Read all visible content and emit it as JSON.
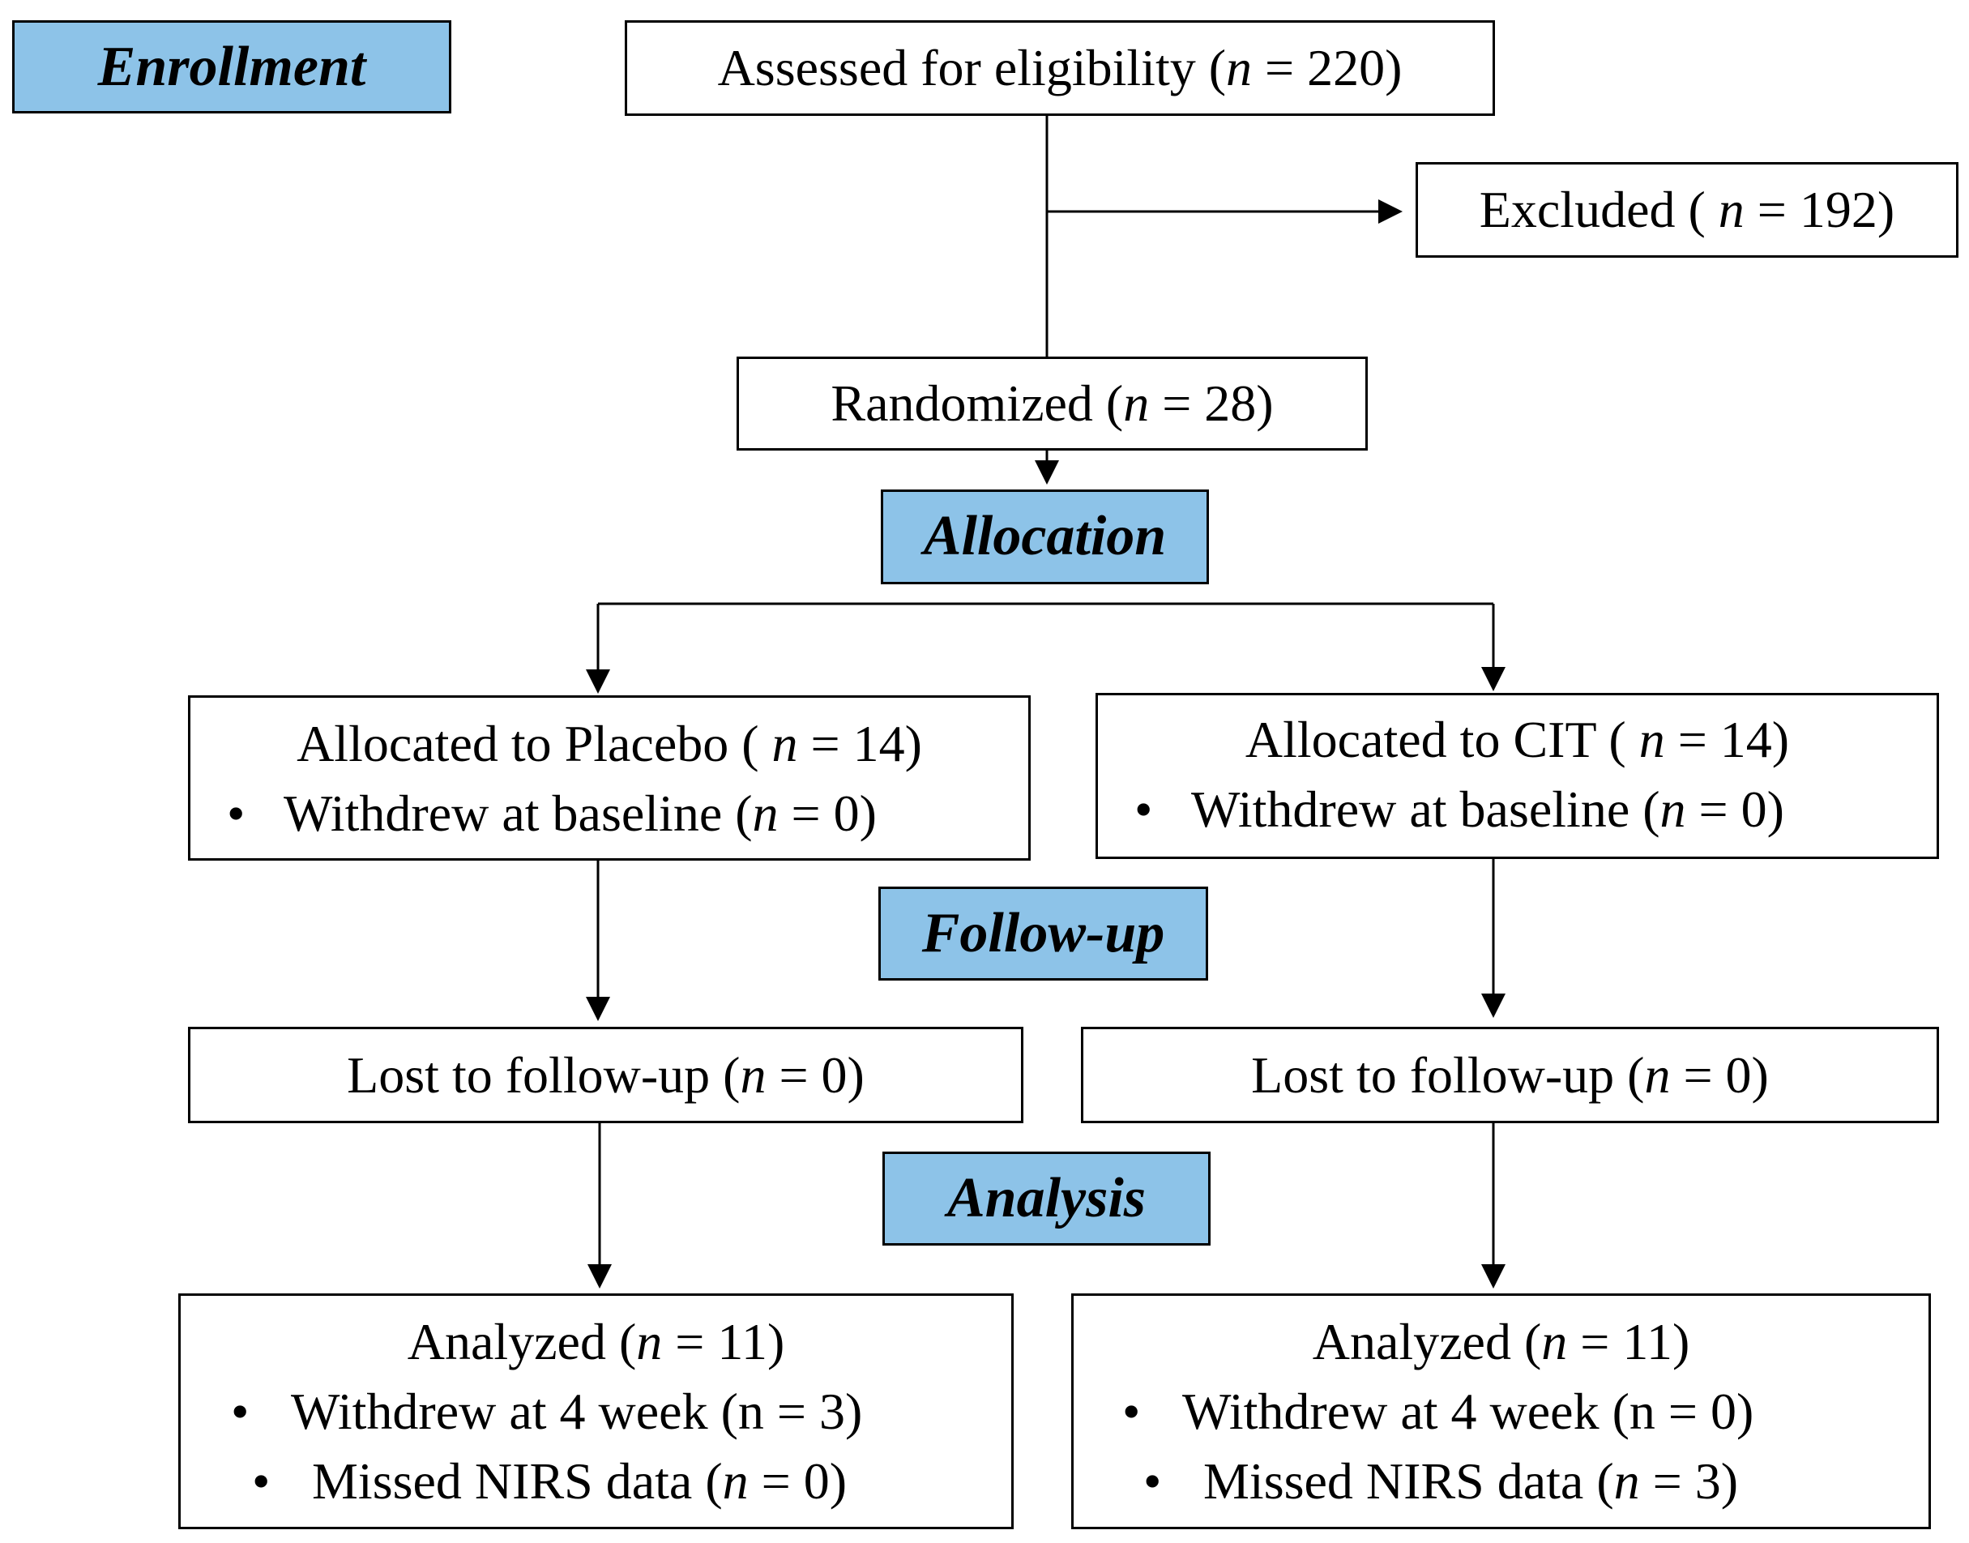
{
  "stages": {
    "enrollment": "Enrollment",
    "allocation": "Allocation",
    "follow_up": "Follow-up",
    "analysis": "Analysis"
  },
  "enrollment": {
    "assessed": {
      "pre": "Assessed for eligibility (",
      "n": "n",
      "post": " = 220)"
    },
    "excluded": {
      "pre": "Excluded ( ",
      "n": "n",
      "post": " = 192)"
    },
    "randomized": {
      "pre": "Randomized (",
      "n": "n",
      "post": " = 28)"
    }
  },
  "allocation": {
    "placebo": {
      "title": {
        "pre": "Allocated to Placebo ( ",
        "n": "n",
        "post": " = 14)"
      },
      "bullet": {
        "pre": "Withdrew at baseline (",
        "n": "n",
        "post": " = 0)"
      }
    },
    "cit": {
      "title": {
        "pre": "Allocated to CIT ( ",
        "n": "n",
        "post": " = 14)"
      },
      "bullet": {
        "pre": "Withdrew at baseline (",
        "n": "n",
        "post": " = 0)"
      }
    }
  },
  "follow_up": {
    "placebo": {
      "pre": "Lost to follow-up (",
      "n": "n",
      "post": " = 0)"
    },
    "cit": {
      "pre": "Lost to follow-up (",
      "n": "n",
      "post": " = 0)"
    }
  },
  "analysis": {
    "placebo": {
      "title": {
        "pre": "Analyzed (",
        "n": "n",
        "post": " = 11)"
      },
      "bullet1": "Withdrew at 4 week (n = 3)",
      "bullet2": {
        "pre": "Missed NIRS data (",
        "n": "n",
        "post": " = 0)"
      }
    },
    "cit": {
      "title": {
        "pre": "Analyzed (",
        "n": "n",
        "post": " = 11)"
      },
      "bullet1": "Withdrew at 4 week (n = 0)",
      "bullet2": {
        "pre": "Missed NIRS data (",
        "n": "n",
        "post": " = 3)"
      }
    }
  },
  "bullet_symbol": "•"
}
